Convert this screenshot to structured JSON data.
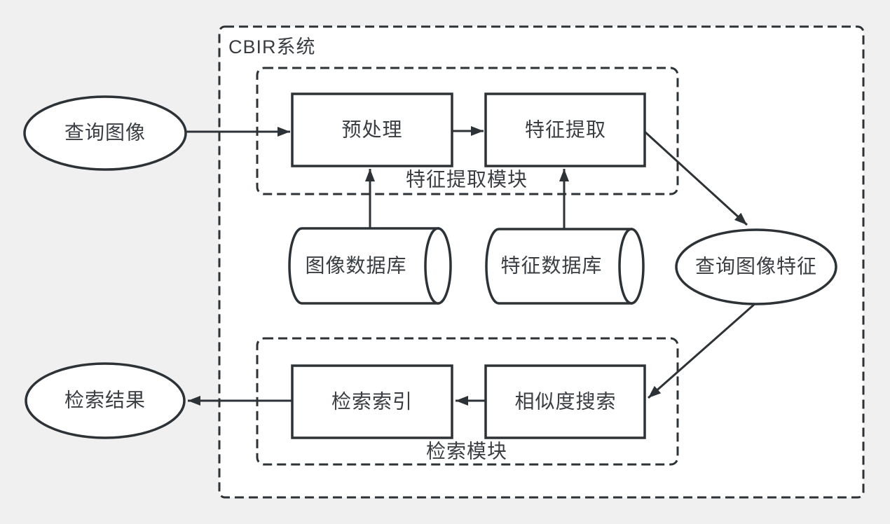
{
  "diagram": {
    "title": "CBIR系统",
    "containers": {
      "system": {
        "label": "CBIR系统"
      },
      "feature_module": {
        "label": "特征提取模块"
      },
      "retrieval_module": {
        "label": "检索模块"
      }
    },
    "nodes": {
      "query_image": {
        "label": "查询图像",
        "shape": "ellipse"
      },
      "preprocess": {
        "label": "预处理",
        "shape": "rect"
      },
      "feature_extract": {
        "label": "特征提取",
        "shape": "rect"
      },
      "image_db": {
        "label": "图像数据库",
        "shape": "cylinder"
      },
      "feature_db": {
        "label": "特征数据库",
        "shape": "cylinder"
      },
      "query_feature": {
        "label": "查询图像特征",
        "shape": "ellipse"
      },
      "similarity_search": {
        "label": "相似度搜索",
        "shape": "rect"
      },
      "retrieval_index": {
        "label": "检索索引",
        "shape": "rect"
      },
      "result": {
        "label": "检索结果",
        "shape": "ellipse"
      }
    },
    "edges": [
      {
        "from": "查询图像",
        "to": "预处理"
      },
      {
        "from": "预处理",
        "to": "特征提取"
      },
      {
        "from": "特征提取",
        "to": "查询图像特征"
      },
      {
        "from": "图像数据库",
        "to": "预处理"
      },
      {
        "from": "特征数据库",
        "to": "特征提取"
      },
      {
        "from": "查询图像特征",
        "to": "相似度搜索"
      },
      {
        "from": "相似度搜索",
        "to": "检索索引"
      },
      {
        "from": "检索索引",
        "to": "检索结果"
      }
    ],
    "colors": {
      "background": "#f0f0f0",
      "shape_fill": "#ffffff",
      "stroke": "#2d3236",
      "text": "#3a3e42"
    }
  }
}
